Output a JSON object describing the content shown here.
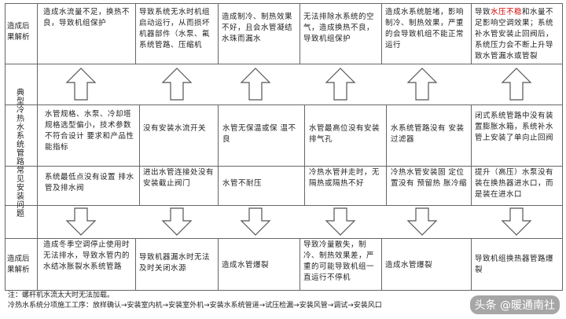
{
  "left_labels": {
    "top": "造成后果解析",
    "middle": "典型冷热水系统管路常见安装问题",
    "bottom": "造成后果解析"
  },
  "top_row": [
    "造成水流量不足，换热不良，导致机组保护",
    "导致系统无水时机组启动运行，从而损坏机器部件（水泵、氟系统管路、压缩机",
    "造成制冷、制热效果不好，且会水管凝结水珠而漏水",
    "无法排除水系统的空气，造成换热不良，导致机组保护",
    "造成水系统脏堵，影响制冷、制热效果，严重的会导致机组不能正常运行",
    {
      "pre": "导致",
      "red": "水压不稳",
      "post": "和水量不足影响空调效果；系统补水管安装止回阀后，系统压力会不断上升导致水管漏水或管裂"
    }
  ],
  "middle_row": [
    "水管规格、水泵、冷却塔规格选型偏小，技术参数不符合设计 要求和产品性能指标",
    "没有安装水流开关",
    "水管无保温或保 温不良",
    "水管最高位没有安装排气孔",
    "水系统管路没有 安装过滤器",
    "闭式系统管路中没有装置膨胀水箱，系统补水管上安装了单向止回阀"
  ],
  "lower_row": [
    "系统最低点没有设置 排水管及排水阀",
    "进出水管连接处没有安装截止阀门",
    "水管不耐压",
    "冷热水管并走时，无隔热或隔热不好",
    "冷热水管安装固 定位 置没有 预留热 胀冷缩",
    "提升（高压）水泵没有装在换热器进水口，而是装在进水口"
  ],
  "bottom_row": [
    "造成冬季空调停止使用时无法排水，导致水管内的水结冰胀裂水系统管路",
    "导致机器漏水时无法及时关闭水源",
    "造成水管爆裂",
    "导致冷量散失，制冷、制热效果差，严重的可能导致机组一直运行不停机",
    "造成水管爆裂",
    "导致机组换热器管路爆裂"
  ],
  "notes": [
    "注：螺杆机水流太大时无法加载。",
    "冷热水系统分项施工工序：放样确认→安装室内机→安装室外机→安装水系统管道→试压检漏→安装风管→调试→安装风口"
  ],
  "watermark": "头条 @暖通南社",
  "colors": {
    "border": "#666666",
    "red": "#d40000"
  }
}
